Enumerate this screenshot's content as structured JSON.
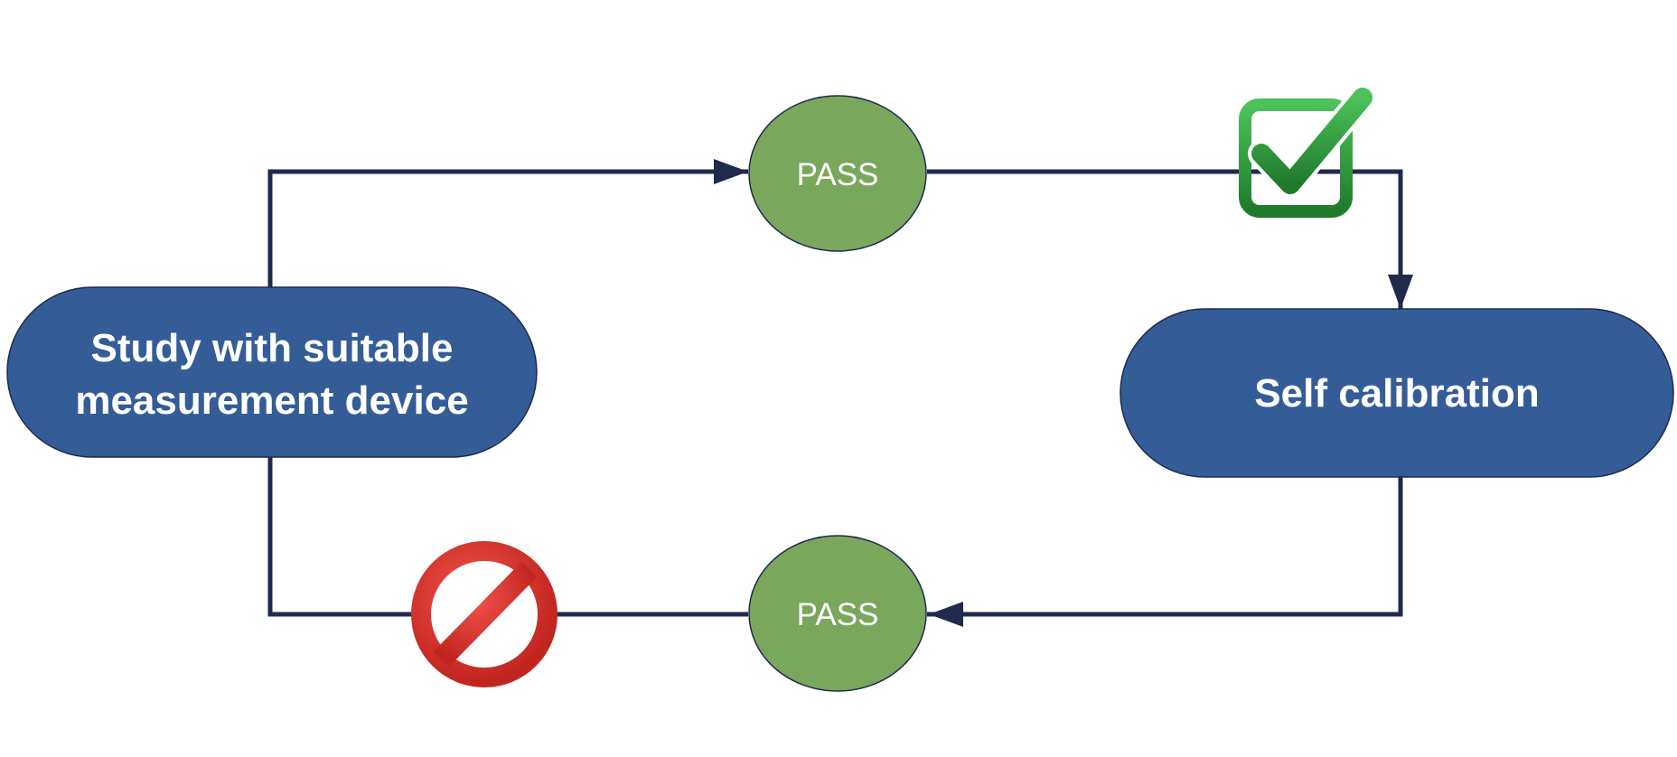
{
  "nodes": {
    "study": {
      "line1": "Study with suitable",
      "line2": "measurement device"
    },
    "calibration": {
      "label": "Self calibration"
    },
    "pass_top": {
      "label": "PASS"
    },
    "pass_bottom": {
      "label": "PASS"
    }
  },
  "icons": {
    "approved": "checkmark-box-icon",
    "forbidden": "prohibited-icon"
  },
  "colors": {
    "process_fill": "#345d98",
    "decision_fill": "#79a75c",
    "connector": "#1f2a4d",
    "check_green": "#2f9a3c",
    "prohibit_red": "#d9302a"
  }
}
